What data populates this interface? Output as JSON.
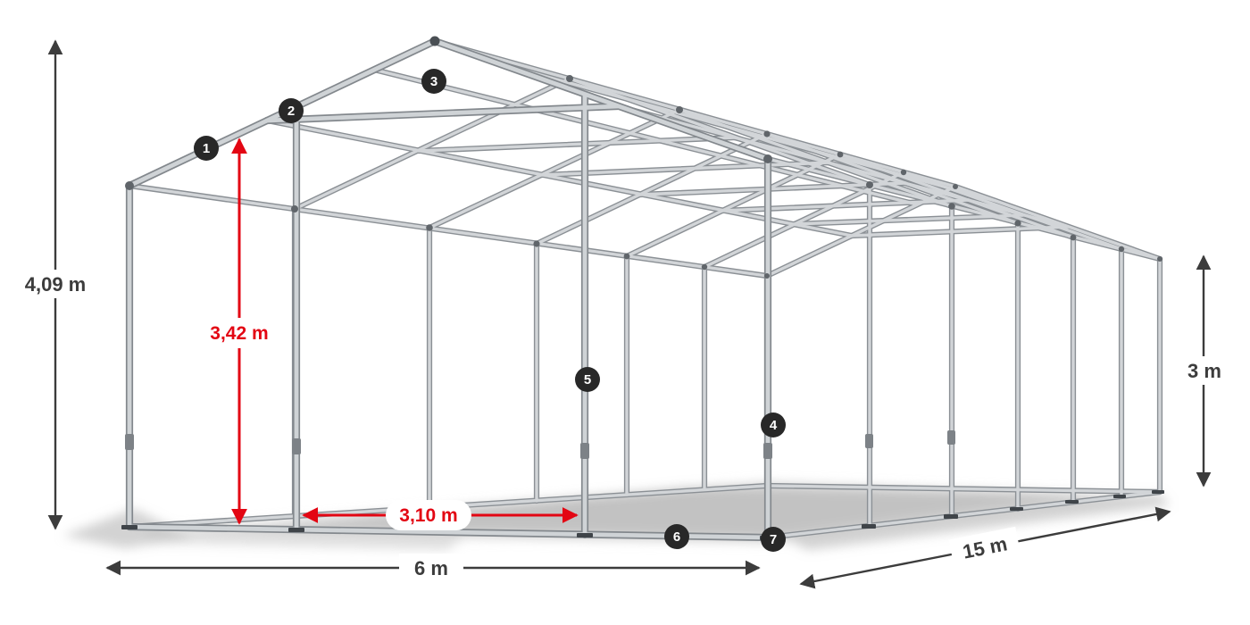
{
  "diagram": {
    "type": "tent-frame-dimension-diagram",
    "dimensions": {
      "total_height": {
        "label": "4,09 m"
      },
      "inner_height": {
        "label": "3,42 m"
      },
      "entrance_width": {
        "label": "3,10 m"
      },
      "width": {
        "label": "6 m"
      },
      "length": {
        "label": "15 m"
      },
      "side_height": {
        "label": "3 m"
      }
    },
    "markers": [
      {
        "label": "1"
      },
      {
        "label": "2"
      },
      {
        "label": "3"
      },
      {
        "label": "4"
      },
      {
        "label": "5"
      },
      {
        "label": "6"
      },
      {
        "label": "7"
      }
    ],
    "colors": {
      "dimension_line": "#3c3c3c",
      "accent_red": "#e30613",
      "frame_outer": "#83888d",
      "frame_inner": "#cfd3d6",
      "marker_background": "#282828",
      "marker_text": "#ffffff"
    }
  }
}
